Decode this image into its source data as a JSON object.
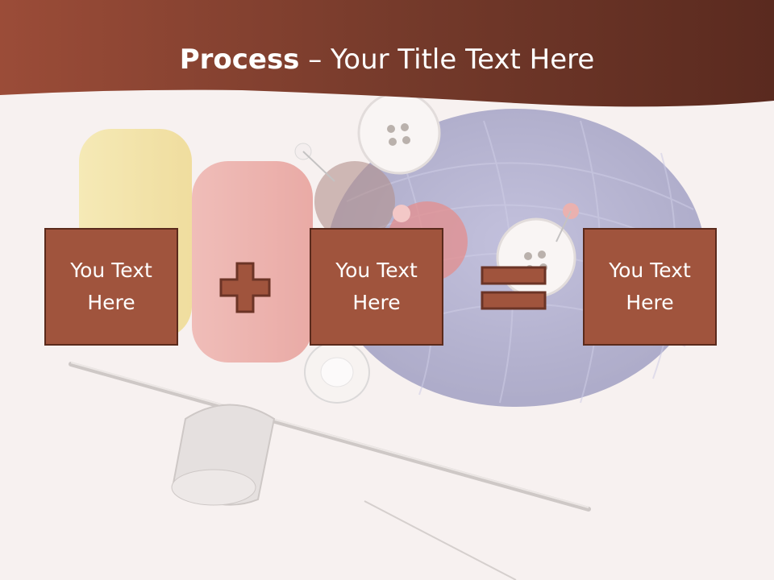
{
  "slide": {
    "title_bold": "Process",
    "title_rest": " – Your Title Text Here",
    "boxes": [
      {
        "text": "You Text Here"
      },
      {
        "text": "You Text Here"
      },
      {
        "text": "You Text Here"
      }
    ],
    "operators": [
      "plus-icon",
      "equals-icon"
    ]
  },
  "colors": {
    "banner": "#6b3426",
    "box_fill": "#a0543d",
    "box_border": "#5a2a1c",
    "background": "#f7f1f0"
  }
}
